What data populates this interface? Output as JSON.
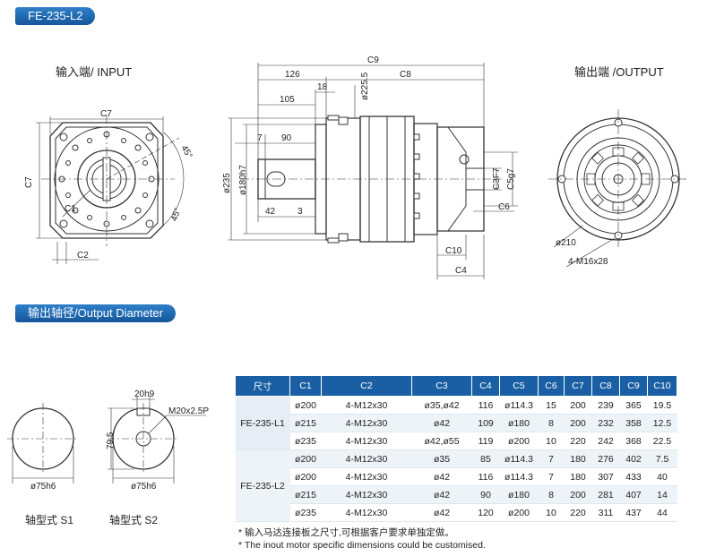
{
  "model_tag": "FE-235-L2",
  "section_tag": "输出轴径/Output Diameter",
  "views": {
    "input_label": "输入端/ INPUT",
    "output_label": "输出端 /OUTPUT"
  },
  "input_dims": {
    "c7_top": "C7",
    "c7_side": "C7",
    "c1": "C1",
    "c2": "C2",
    "angle45a": "45°",
    "angle45b": "45°"
  },
  "side_dims": {
    "c9": "C9",
    "l126": "126",
    "c8": "C8",
    "l18": "18",
    "l105": "105",
    "d225": "ø225.5",
    "l7": "7",
    "l90": "90",
    "d235": "ø235",
    "d180": "ø180h7",
    "l42": "42",
    "l3": "3",
    "c3": "C3F7",
    "c5": "C5g7",
    "c6": "C6",
    "c10": "C10",
    "c4": "C4"
  },
  "output_dims": {
    "d210": "ø210",
    "bolts": "4-M16x28"
  },
  "shafts": {
    "s1_dia": "ø75h6",
    "s1_label": "轴型式  S1",
    "s2_key": "20h9",
    "s2_thread": "M20x2.5P",
    "s2_height": "79.5",
    "s2_dia": "ø75h6",
    "s2_label": "轴型式  S2"
  },
  "table": {
    "headers": [
      "尺寸",
      "C1",
      "C2",
      "C3",
      "C4",
      "C5",
      "C6",
      "C7",
      "C8",
      "C9",
      "C10"
    ],
    "groups": [
      {
        "model": "FE-235-L1",
        "rows": [
          [
            "ø200",
            "4-M12x30",
            "ø35,ø42",
            "116",
            "ø114.3",
            "15",
            "200",
            "239",
            "365",
            "19.5"
          ],
          [
            "ø215",
            "4-M12x30",
            "ø42",
            "109",
            "ø180",
            "8",
            "200",
            "232",
            "358",
            "12.5"
          ],
          [
            "ø235",
            "4-M12x30",
            "ø42,ø55",
            "119",
            "ø200",
            "10",
            "220",
            "242",
            "368",
            "22.5"
          ]
        ]
      },
      {
        "model": "FE-235-L2",
        "rows": [
          [
            "ø200",
            "4-M12x30",
            "ø35",
            "85",
            "ø114.3",
            "7",
            "180",
            "276",
            "402",
            "7.5"
          ],
          [
            "ø200",
            "4-M12x30",
            "ø42",
            "116",
            "ø114.3",
            "7",
            "180",
            "307",
            "433",
            "40"
          ],
          [
            "ø215",
            "4-M12x30",
            "ø42",
            "90",
            "ø180",
            "8",
            "200",
            "281",
            "407",
            "14"
          ],
          [
            "ø235",
            "4-M12x30",
            "ø42",
            "120",
            "ø200",
            "10",
            "220",
            "311",
            "437",
            "44"
          ]
        ]
      }
    ]
  },
  "notes": [
    "* 输入马达连接板之尺寸,可根据客户要求单独定做。",
    "* The inout motor  specific dimensions could be customised."
  ],
  "colors": {
    "accent": "#1a5fa3",
    "line": "#333333",
    "dim": "#444444"
  }
}
